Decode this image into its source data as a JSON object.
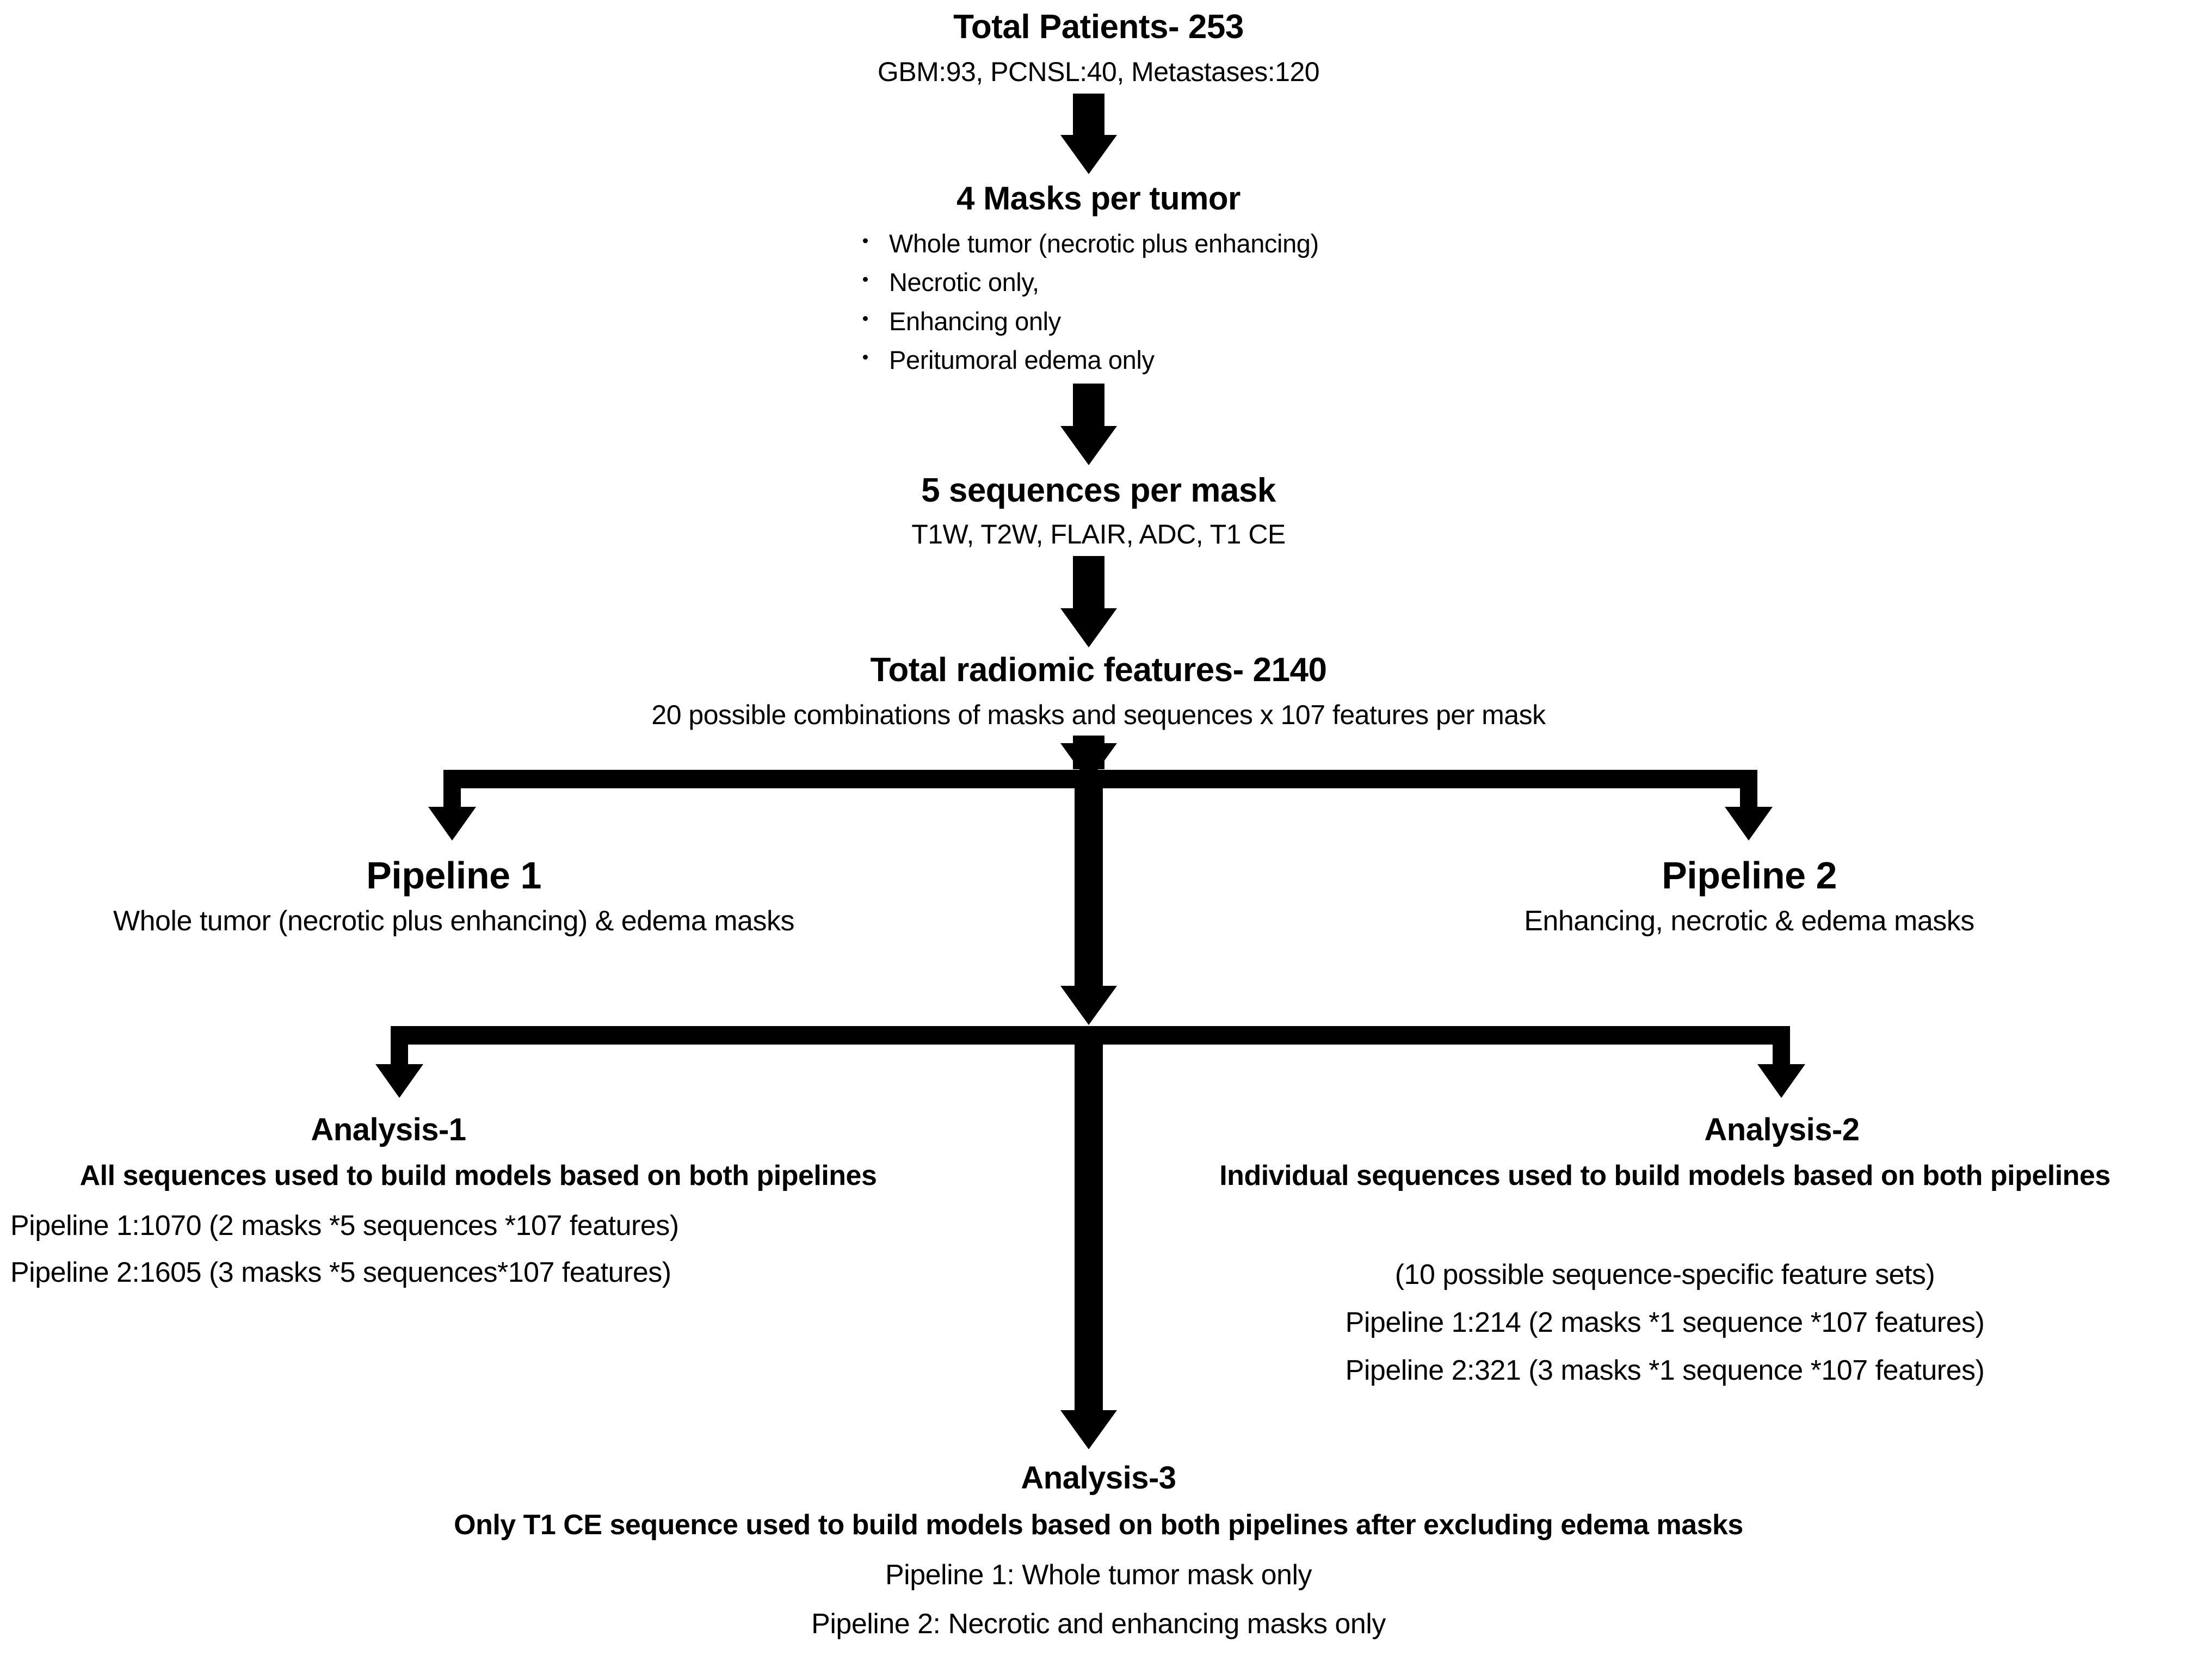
{
  "diagram": {
    "title": "Radiomics study flowchart",
    "background_color": "#ffffff",
    "ink_color": "#000000"
  },
  "nodes": {
    "patients": {
      "title": "Total Patients- 253",
      "subtitle": "GBM:93, PCNSL:40, Metastases:120"
    },
    "masks": {
      "title": "4 Masks per tumor",
      "items": [
        "Whole tumor (necrotic plus enhancing)",
        "Necrotic only,",
        "Enhancing only",
        "Peritumoral edema only"
      ]
    },
    "sequences": {
      "title": "5 sequences per mask",
      "subtitle": "T1W, T2W, FLAIR, ADC, T1 CE"
    },
    "features": {
      "title": "Total  radiomic features- 2140",
      "subtitle": "20 possible combinations of masks and sequences x 107 features per mask"
    },
    "pipeline1": {
      "title": "Pipeline 1",
      "subtitle": "Whole tumor (necrotic plus enhancing) & edema masks"
    },
    "pipeline2": {
      "title": "Pipeline 2",
      "subtitle": "Enhancing, necrotic & edema masks"
    },
    "analysis1": {
      "title": "Analysis-1",
      "heading": "All sequences used to build models based on both pipelines",
      "lines": [
        "Pipeline 1:1070 (2 masks *5 sequences *107 features)",
        "Pipeline 2:1605 (3 masks *5 sequences*107 features)"
      ]
    },
    "analysis2": {
      "title": "Analysis-2",
      "heading": "Individual sequences used to build models based on both pipelines",
      "lines": [
        "(10 possible sequence-specific feature sets)",
        "Pipeline 1:214 (2 masks *1 sequence *107 features)",
        "Pipeline 2:321 (3 masks *1 sequence *107 features)"
      ]
    },
    "analysis3": {
      "title": "Analysis-3",
      "heading": "Only T1 CE sequence used to build models based on both pipelines after excluding edema masks",
      "lines": [
        "Pipeline 1: Whole tumor mask only",
        "Pipeline 2: Necrotic and enhancing masks only"
      ]
    }
  },
  "connectors": [
    {
      "name": "patients-to-masks",
      "type": "down-arrow"
    },
    {
      "name": "masks-to-sequences",
      "type": "down-arrow"
    },
    {
      "name": "sequences-to-features",
      "type": "down-arrow"
    },
    {
      "name": "features-to-pipelines",
      "type": "t-split",
      "branches": [
        "pipeline-1",
        "center",
        "pipeline-2"
      ]
    },
    {
      "name": "pipelines-to-analyses",
      "type": "t-split",
      "branches": [
        "analysis-1",
        "center",
        "analysis-2"
      ]
    },
    {
      "name": "center-to-analysis-3",
      "type": "down-arrow"
    }
  ]
}
